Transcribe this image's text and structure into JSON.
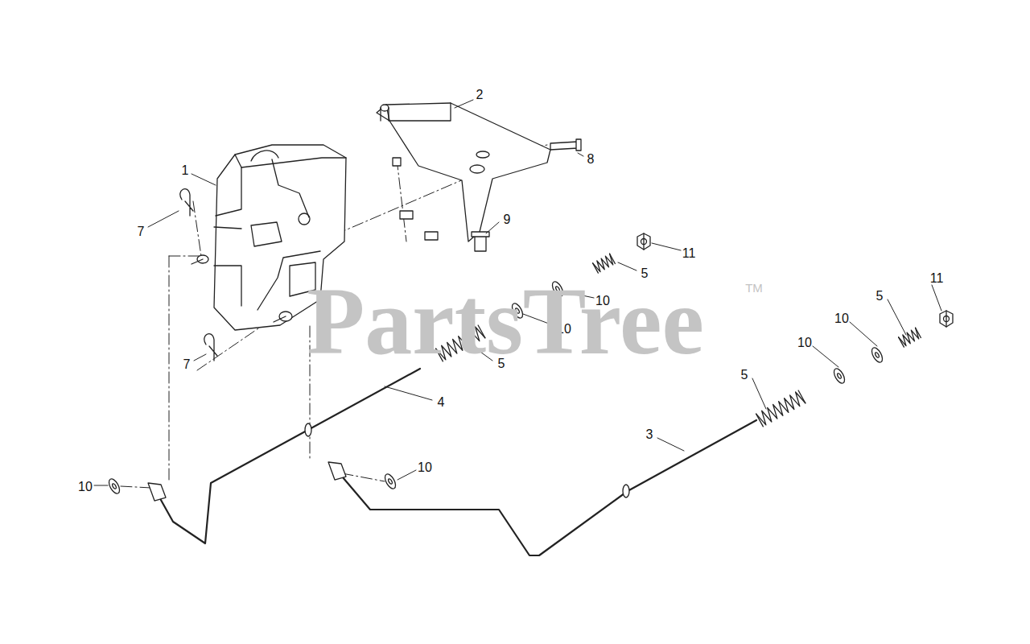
{
  "diagram": {
    "labels": [
      "2",
      "1",
      "8",
      "7",
      "9",
      "11",
      "5",
      "10",
      "10",
      "5",
      "PartsTree",
      "TM",
      "11",
      "5",
      "10",
      "10",
      "5",
      "4",
      "7",
      "3",
      "10",
      "10"
    ]
  }
}
